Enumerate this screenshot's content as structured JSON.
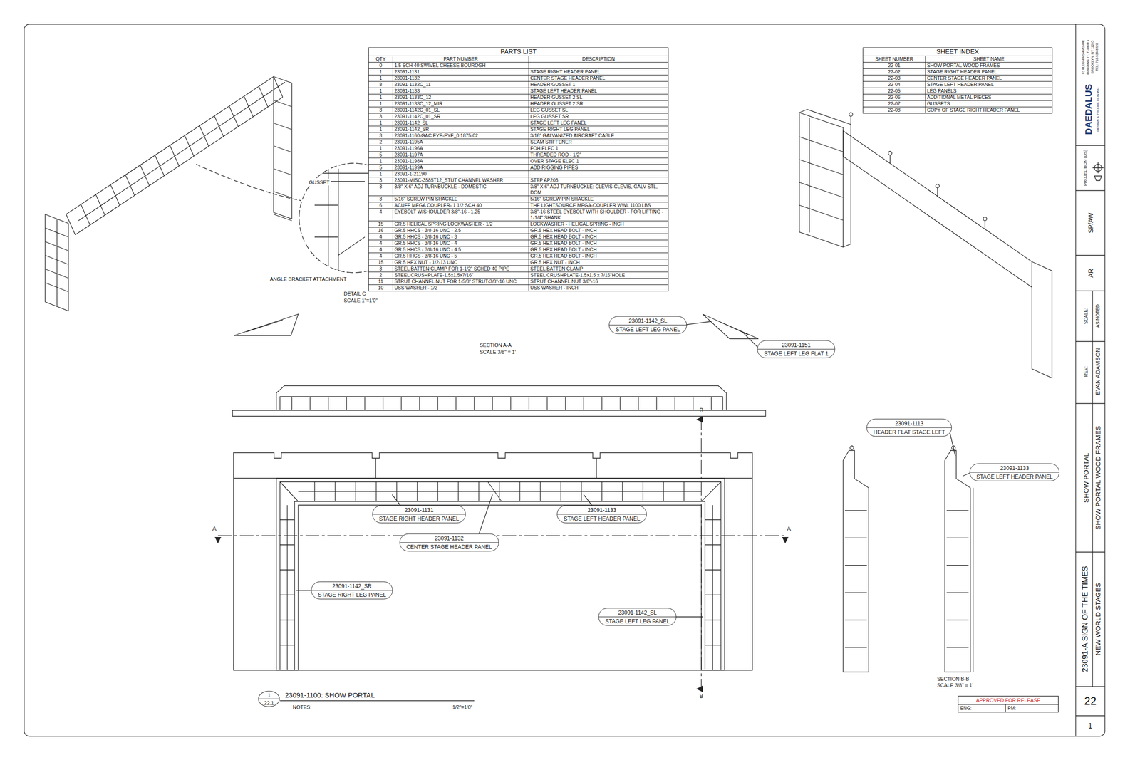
{
  "diagram": {
    "title": "23091-1100: SHOW PORTAL",
    "nodes": [
      {
        "text": [
          "23091-1142_SL",
          "STAGE LEFT LEG PANEL"
        ]
      },
      {
        "text": [
          "23091-1151",
          "STAGE LEFT LEG FLAT 1"
        ]
      },
      {
        "text": [
          "23091-1113",
          "HEADER FLAT STAGE LEFT"
        ]
      },
      {
        "text": [
          "23091-1133",
          "STAGE LEFT HEADER PANEL"
        ]
      },
      {
        "text": [
          "23091-1131",
          "STAGE RIGHT HEADER PANEL"
        ]
      },
      {
        "text": [
          "23091-1133",
          "STAGE LEFT HEADER PANEL"
        ]
      },
      {
        "text": [
          "23091-1132",
          "CENTER STAGE HEADER PANEL"
        ]
      },
      {
        "text": [
          "23091-1142_SR",
          "STAGE RIGHT LEG PANEL"
        ]
      },
      {
        "text": [
          "23091-1142_SL",
          "STAGE LEFT LEG PANEL"
        ]
      },
      {
        "text": [
          "1",
          "22.1"
        ]
      }
    ],
    "labels": [
      "PARTS LIST",
      "QTY",
      "PART NUMBER",
      "DESCRIPTION",
      "0",
      "1.5 SCH 40 SWIVEL CHEESE BOUROGH",
      "1",
      "23091-1131",
      "STAGE RIGHT HEADER PANEL",
      "1",
      "23091-1132",
      "CENTER STAGE HEADER PANEL",
      "8",
      "23091-1132C_11",
      "HEADER GUSSET 1",
      "1",
      "23091-1133",
      "STAGE LEFT HEADER PANEL",
      "1",
      "23091-1133C_12",
      "HEADER GUSSET 2 SL",
      "1",
      "23091-1133C_12_MIR",
      "HEADER GUSSET 2 SR",
      "3",
      "23091-1142C_01_SL",
      "LEG GUSSET SL",
      "3",
      "23091-1142C_01_SR",
      "LEG GUSSET SR",
      "1",
      "23091-1142_SL",
      "STAGE LEFT LEG PANEL",
      "1",
      "23091-1142_SR",
      "STAGE RIGHT LEG PANEL",
      "3",
      "23091-1160-GAC EYE-EYE_0.1875-02",
      "3/16\" GALVANIZED AIRCRAFT CABLE",
      "2",
      "23091-1195A",
      "SEAM STIFFENER",
      "1",
      "23091-1196A",
      "FOH ELEC 1",
      "5",
      "23091-1197A",
      "THREADED ROD - 1/2\"",
      "1",
      "23091-1198A",
      "OVER STAGE ELEC 1",
      "5",
      "23091-1199A",
      "ADD RIGGING PIPES",
      "1",
      "23091-1-21190",
      "3",
      "23091-MISC-3585T12_STUT CHANNEL WASHER",
      "STEP AP203",
      "3",
      "3/8\" X 6\" ADJ TURNBUCKLE - DOMESTIC",
      "3/8\" X 6\" ADJ TURNBUCKLE: CLEVIS-CLEVIS, GALV STL, DOM",
      "3",
      "5/16\" SCREW PIN SHACKLE",
      "5/16\" SCREW PIN SHACKLE",
      "6",
      "ACUFF MEGA COUPLER- 1 1/2 SCH 40",
      "THE LIGHTSOURCE MEGA-COUPLER WWL 1100 LBS",
      "4",
      "EYEBOLT W/SHOULDER 3/8\"-16 - 1.25",
      "3/8\"-16 STEEL EYEBOLT WITH SHOULDER - FOR LIFTING - 1-1/4\" SHANK",
      "15",
      "GR.5 HELICAL SPRING LOCKWASHER - 1/2",
      "LOCKWASHER - HELICAL SPRING - INCH",
      "16",
      "GR.5 HHCS - 3/8-16 UNC - 2.5",
      "GR.5 HEX HEAD BOLT - INCH",
      "4",
      "GR.5 HHCS - 3/8-16 UNC - 3",
      "GR.5 HEX HEAD BOLT - INCH",
      "4",
      "GR.5 HHCS - 3/8-16 UNC - 4",
      "GR.5 HEX HEAD BOLT - INCH",
      "4",
      "GR.5 HHCS - 3/8-16 UNC - 4.5",
      "GR.5 HEX HEAD BOLT - INCH",
      "4",
      "GR.5 HHCS - 3/8-16 UNC - 5",
      "GR.5 HEX HEAD BOLT - INCH",
      "15",
      "GR.5 HEX NUT - 1/2-13 UNC",
      "GR.5 HEX NUT - INCH",
      "3",
      "STEEL BATTEN CLAMP FOR 1-1/2\" SCHED 40 PIPE",
      "STEEL BATTEN CLAMP",
      "2",
      "STEEL CRUSHPLATE-1.5x1.5x7/16\"",
      "STEEL CRUSHPLATE-1.5x1.5 x 7/16\"HOLE",
      "11",
      "STRUT CHANNEL NUT FOR 1-5/8\" STRUT-3/8\"-16 UNC",
      "STRUT CHANNEL NUT 3/8\"-16",
      "10",
      "USS WASHER - 1/2",
      "USS WASHER - INCH",
      "GUSSET",
      "ANGLE BRACKET ATTACHMENT",
      "DETAIL C",
      "SCALE 1\"=1'0\"",
      "SHEET INDEX",
      "SHEET NUMBER",
      "SHEET NAME",
      "22-01",
      "SHOW PORTAL WOOD FRAMES",
      "22-02",
      "STAGE RIGHT HEADER PANEL",
      "22-03",
      "CENTER STAGE HEADER PANEL",
      "22-04",
      "STAGE LEFT HEADER PANEL",
      "22-05",
      "LEG PANELS",
      "22-06",
      "ADDITIONAL METAL PIECES",
      "22-07",
      "GUSSETS",
      "22-08",
      "COPY OF STAGE RIGHT HEADER PANEL",
      "SECTION A-A",
      "SCALE 3/8\" = 1'",
      "B",
      "B",
      "A",
      "A",
      "SECTION B-B",
      "SCALE 3/8\" = 1'",
      "NOTES:",
      "1/2\"=1'0\"",
      "APPROVED FOR RELEASE",
      "ENG:",
      "PM:",
      "63 FLUSHING AVENUE",
      "BUILDING 27, FLOOR 1",
      "BROOKLYN, NY 11205",
      "TEL: 718-534-6920",
      "DAEDALUS",
      "DESIGN & PRODUCTION INC",
      "PROJECTION (US)",
      "SP/AW",
      "AR",
      "SCALE:",
      "AS NOTED",
      "REV:",
      "EVAN ADAMSON",
      "SHOW PORTAL",
      "SHOW PORTAL WOOD FRAMES",
      "23091-A SIGN OF THE TIMES",
      "NEW WORLD STAGES",
      "22",
      "1"
    ]
  }
}
